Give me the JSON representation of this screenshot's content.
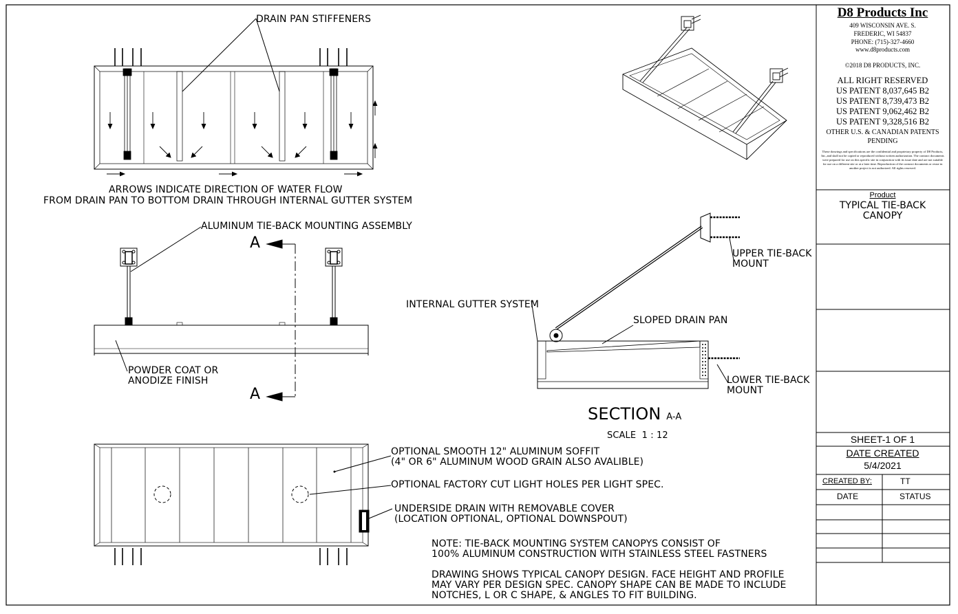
{
  "title_block": {
    "company": "D8 Products Inc",
    "address_lines": [
      "409 WISCONSIN AVE. S.",
      "FREDERIC, WI 54837",
      "PHONE: (715)-327-4660",
      "www.d8products.com"
    ],
    "copyright": "©2018 D8 PRODUCTS, INC.",
    "rights": "ALL RIGHT RESERVED",
    "patents": [
      "US PATENT 8,037,645 B2",
      "US PATENT 8,739,473 B2",
      "US PATENT 9,062,462 B2",
      "US PATENT 9,328,516 B2"
    ],
    "other_patents": "OTHER U.S. & CANADIAN PATENTS PENDING",
    "confidential": "These drawings and specifications are the confidential and proprietary property of D8 Products, Inc.,and shall not be copied or reproduced without written authorization. The contract documents were prepared for use on this specific site in conjunction with its issue date and are not suitable for use on a different site or at a later time. Reproduction of the contract documents or reuse in another project is not authorized. All rights reserved.",
    "product_label": "Product",
    "product_name": "TYPICAL TIE-BACK CANOPY",
    "sheet": "SHEET-1 OF 1",
    "date_created_label": "DATE CREATED",
    "date_created": "5/4/2021",
    "created_by_label": "CREATED BY:",
    "created_by": "TT",
    "col_date": "DATE",
    "col_status": "STATUS"
  },
  "labels": {
    "drain_pan_stiffeners": "DRAIN PAN STIFFENERS",
    "water_flow_1": "ARROWS INDICATE DIRECTION OF WATER FLOW",
    "water_flow_2": "FROM DRAIN PAN TO BOTTOM DRAIN THROUGH INTERNAL GUTTER SYSTEM",
    "mounting_assembly": "ALUMINUM TIE-BACK MOUNTING ASSEMBLY",
    "section_mark_top": "A",
    "section_mark_bottom": "A",
    "finish_1": "POWDER COAT OR",
    "finish_2": "ANODIZE FINISH",
    "internal_gutter": "INTERNAL GUTTER SYSTEM",
    "upper_mount_1": "UPPER TIE-BACK",
    "upper_mount_2": "MOUNT",
    "sloped_pan": "SLOPED DRAIN PAN",
    "lower_mount_1": "LOWER TIE-BACK",
    "lower_mount_2": "MOUNT",
    "section_title": "SECTION",
    "section_suffix": "A-A",
    "scale": "SCALE  1 : 12",
    "soffit_1": "OPTIONAL SMOOTH 12\" ALUMINUM SOFFIT",
    "soffit_2": "(4\" OR 6\" ALUMINUM WOOD GRAIN ALSO AVALIBLE)",
    "light_holes": "OPTIONAL FACTORY CUT LIGHT HOLES PER LIGHT SPEC.",
    "drain_1": "UNDERSIDE DRAIN WITH REMOVABLE COVER",
    "drain_2": "(LOCATION OPTIONAL, OPTIONAL DOWNSPOUT)",
    "note_1": "NOTE: TIE-BACK MOUNTING SYSTEM CANOPYS CONSIST OF",
    "note_2": "100% ALUMINUM CONSTRUCTION WITH STAINLESS STEEL FASTNERS",
    "note_3": "DRAWING SHOWS TYPICAL CANOPY DESIGN. FACE HEIGHT AND PROFILE",
    "note_4": "MAY VARY PER DESIGN SPEC. CANOPY SHAPE CAN BE MADE TO INCLUDE",
    "note_5": "NOTCHES, L OR C SHAPE, & ANGLES TO FIT BUILDING."
  }
}
